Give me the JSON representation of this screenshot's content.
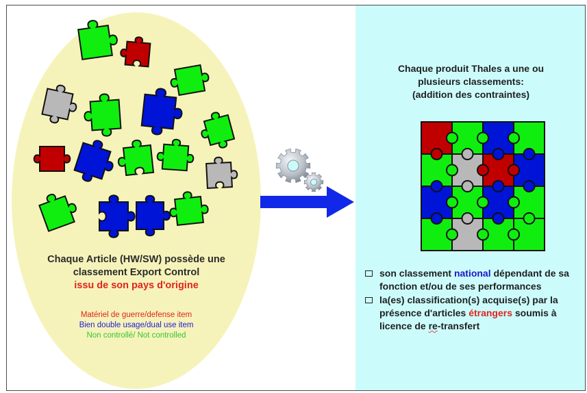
{
  "colors": {
    "military": "#c00000",
    "dual_use": "#0014d8",
    "not_controlled": "#10ee10",
    "neutral": "#b8b8b8",
    "arrow": "#1228e8",
    "ellipse": "#f6f3ba",
    "right_panel": "#ccfbfc"
  },
  "left": {
    "caption_line1": "Chaque Article (HW/SW) possède une",
    "caption_line2": "classement Export Control",
    "caption_line3": "issu de son pays d'origine",
    "legend": {
      "military": "Matériel de guerre/defense item",
      "dual_use": "Bien double usage/dual use item",
      "not_controlled": "Non controllé/ Not controlled"
    }
  },
  "right": {
    "heading_line1": "Chaque produit Thales a une ou",
    "heading_line2": "plusieurs classements:",
    "heading_line3": "(addition des contraintes)",
    "bullet1": {
      "part1": "son classement ",
      "highlight": "national",
      "part2": " dépendant de sa fonction et/ou de ses performances"
    },
    "bullet2": {
      "part1": "la(es) classification(s) acquise(s) par la présence d'articles ",
      "highlight": "étrangers",
      "part2": " soumis à licence de ",
      "underlined": "re",
      "part3": "-transfert"
    }
  },
  "pieces": [
    {
      "color": "not_controlled"
    },
    {
      "color": "military"
    },
    {
      "color": "not_controlled"
    },
    {
      "color": "neutral"
    },
    {
      "color": "not_controlled"
    },
    {
      "color": "dual_use"
    },
    {
      "color": "not_controlled"
    },
    {
      "color": "military"
    },
    {
      "color": "dual_use"
    },
    {
      "color": "not_controlled"
    },
    {
      "color": "not_controlled"
    },
    {
      "color": "neutral"
    },
    {
      "color": "not_controlled"
    },
    {
      "color": "dual_use"
    },
    {
      "color": "dual_use"
    },
    {
      "color": "not_controlled"
    }
  ],
  "grid": [
    [
      "military",
      "not_controlled",
      "dual_use",
      "not_controlled"
    ],
    [
      "not_controlled",
      "neutral",
      "military",
      "dual_use"
    ],
    [
      "dual_use",
      "not_controlled",
      "dual_use",
      "not_controlled"
    ],
    [
      "not_controlled",
      "neutral",
      "not_controlled",
      "not_controlled"
    ]
  ]
}
